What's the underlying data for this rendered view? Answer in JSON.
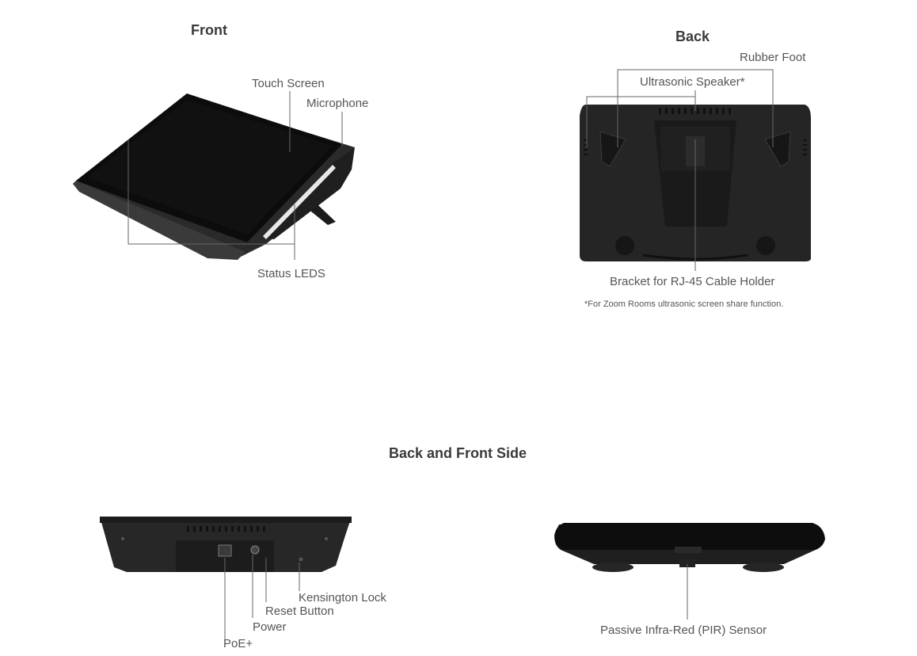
{
  "front": {
    "heading": "Front",
    "labels": {
      "touch_screen": "Touch Screen",
      "microphone": "Microphone",
      "status_leds": "Status LEDS"
    }
  },
  "back": {
    "heading": "Back",
    "labels": {
      "rubber_foot": "Rubber Foot",
      "ultrasonic_speaker": "Ultrasonic Speaker*",
      "bracket": "Bracket for RJ-45 Cable Holder"
    },
    "footnote": "*For Zoom Rooms ultrasonic screen share function."
  },
  "sides": {
    "heading": "Back and Front Side",
    "labels": {
      "kensington_lock": "Kensington Lock",
      "reset_button": "Reset Button",
      "power": "Power",
      "poe": "PoE+",
      "pir_sensor": "Passive Infra-Red (PIR) Sensor"
    }
  }
}
